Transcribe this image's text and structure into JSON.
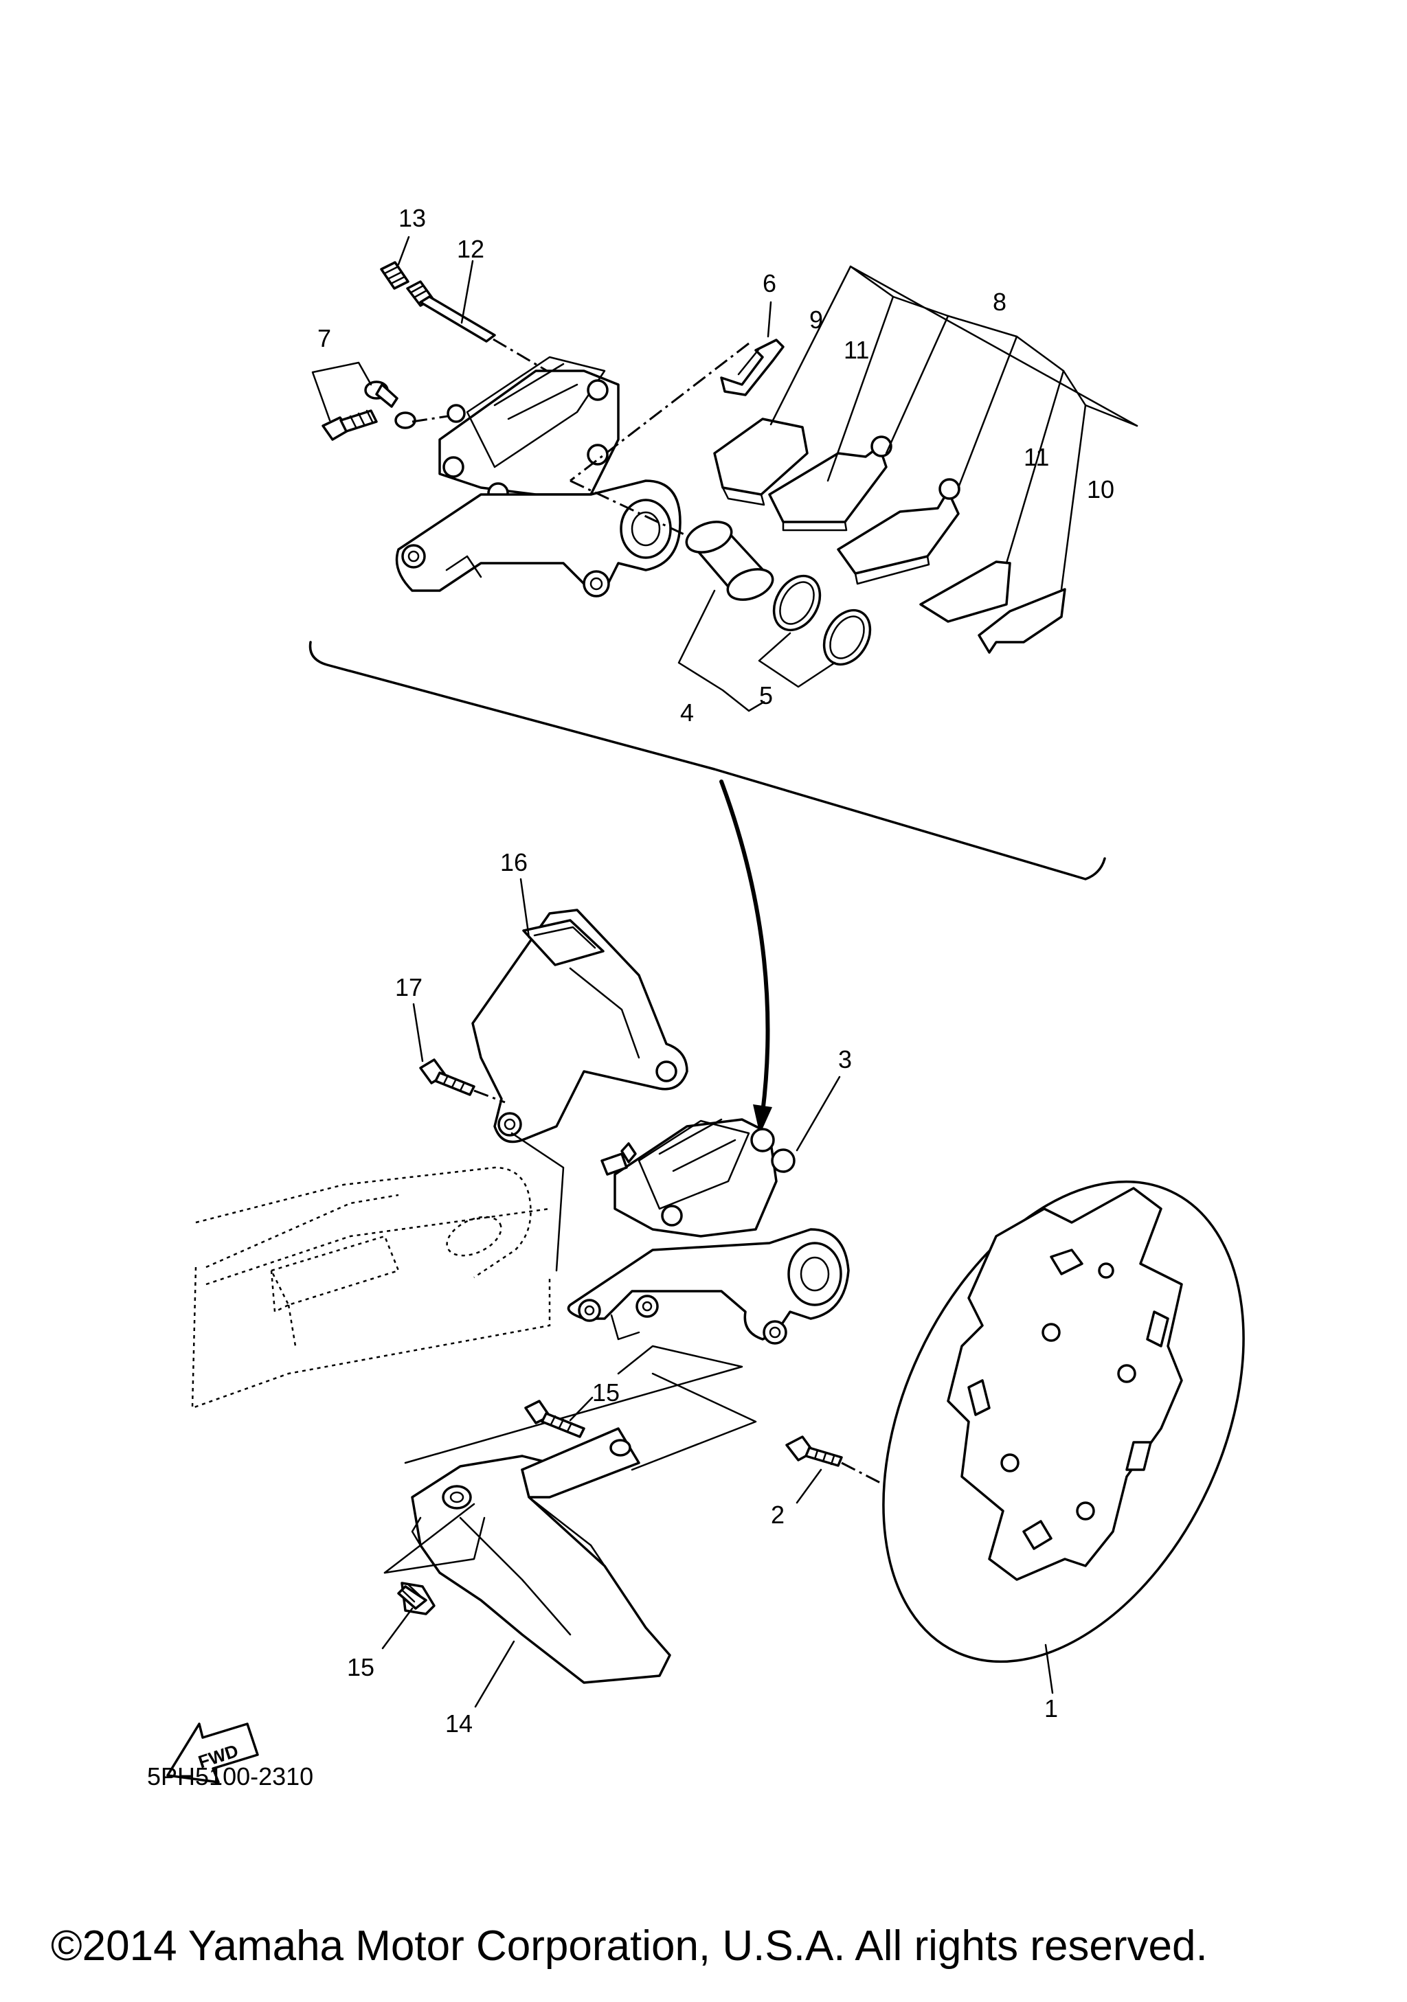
{
  "diagram_code": "5PH5100-2310",
  "copyright": "©2014 Yamaha Motor Corporation, U.S.A. All rights reserved.",
  "fwd_label": "FWD",
  "callouts": {
    "c1": "1",
    "c2": "2",
    "c3": "3",
    "c4": "4",
    "c5": "5",
    "c6": "6",
    "c7": "7",
    "c8": "8",
    "c9": "9",
    "c10": "10",
    "c11a": "11",
    "c11b": "11",
    "c12": "12",
    "c13": "13",
    "c14": "14",
    "c15a": "15",
    "c15b": "15",
    "c16": "16",
    "c17": "17"
  }
}
